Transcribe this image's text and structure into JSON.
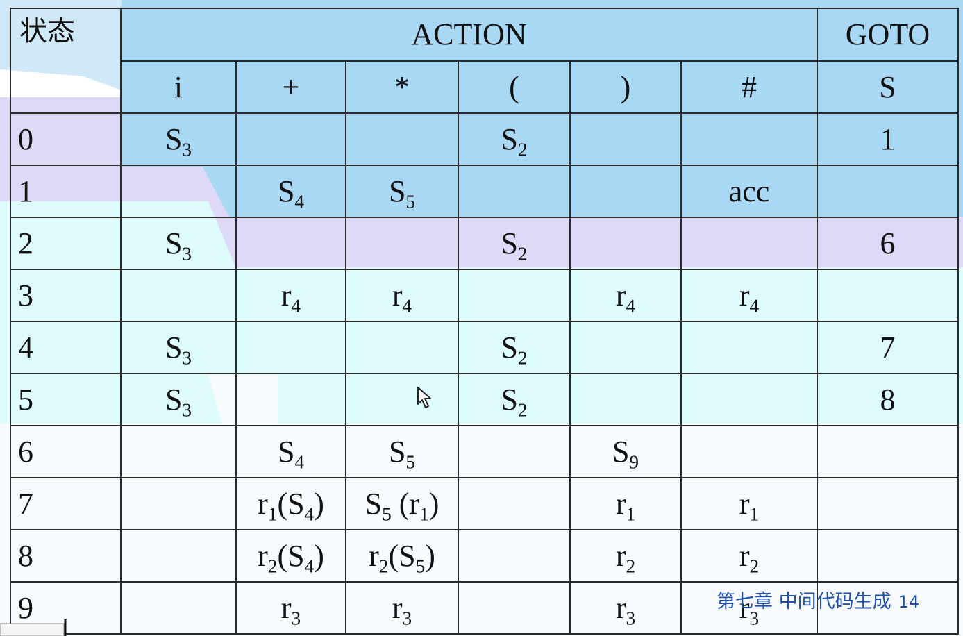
{
  "table": {
    "corner_label": "状态",
    "group_headers": {
      "action": "ACTION",
      "goto": "GOTO"
    },
    "columns": [
      "i",
      "+",
      "*",
      "(",
      ")",
      "#"
    ],
    "goto_columns": [
      "S"
    ],
    "rows": [
      {
        "state": "0",
        "action": [
          "S3",
          "",
          "",
          "S2",
          "",
          ""
        ],
        "goto": [
          "1"
        ]
      },
      {
        "state": "1",
        "action": [
          "",
          "S4",
          "S5",
          "",
          "",
          "acc"
        ],
        "goto": [
          ""
        ]
      },
      {
        "state": "2",
        "action": [
          "S3",
          "",
          "",
          "S2",
          "",
          ""
        ],
        "goto": [
          "6"
        ]
      },
      {
        "state": "3",
        "action": [
          "",
          "r4",
          "r4",
          "",
          "r4",
          "r4"
        ],
        "goto": [
          ""
        ]
      },
      {
        "state": "4",
        "action": [
          "S3",
          "",
          "",
          "S2",
          "",
          ""
        ],
        "goto": [
          "7"
        ]
      },
      {
        "state": "5",
        "action": [
          "S3",
          "",
          "",
          "S2",
          "",
          ""
        ],
        "goto": [
          "8"
        ]
      },
      {
        "state": "6",
        "action": [
          "",
          "S4",
          "S5",
          "",
          "S9",
          ""
        ],
        "goto": [
          ""
        ]
      },
      {
        "state": "7",
        "action": [
          "",
          "r1(S4)",
          "S5 (r1)",
          "",
          "r1",
          "r1"
        ],
        "goto": [
          ""
        ]
      },
      {
        "state": "8",
        "action": [
          "",
          "r2(S4)",
          "r2(S5)",
          "",
          "r2",
          "r2"
        ],
        "goto": [
          ""
        ]
      },
      {
        "state": "9",
        "action": [
          "",
          "r3",
          "r3",
          "",
          "r3",
          "r3"
        ],
        "goto": [
          ""
        ]
      }
    ]
  },
  "footer": {
    "chapter": "第七章 中间代码生成",
    "page": "14"
  },
  "colors": {
    "band_blue": "#a9d8f5",
    "band_lavender": "#ddd9f7",
    "band_cyan": "#ddfbfb",
    "footer_text": "#1f4fa8",
    "grid": "#2a2a2a"
  },
  "icons": {
    "cursor": "mouse-pointer-icon"
  }
}
